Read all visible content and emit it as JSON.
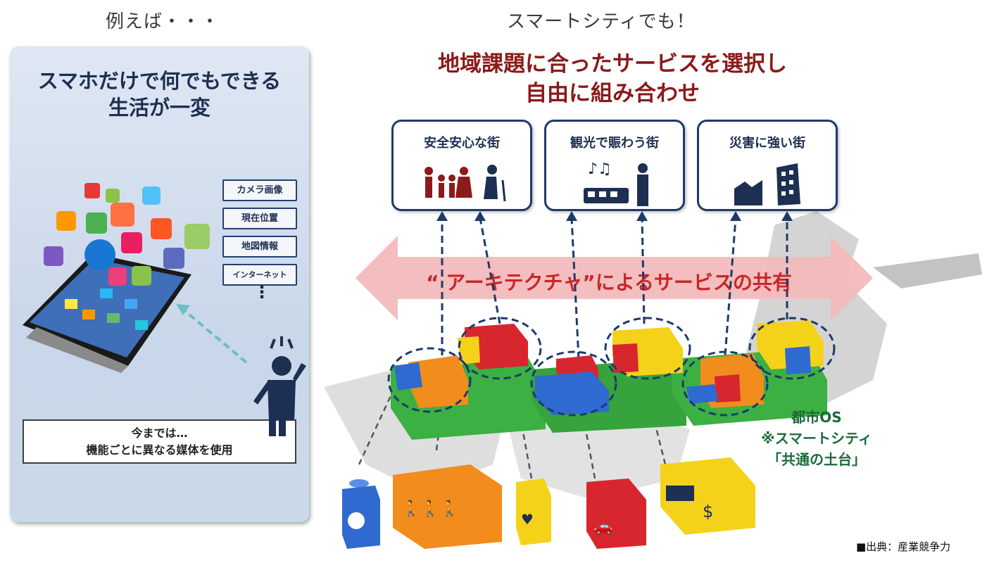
{
  "headers": {
    "left": "例えば・・・",
    "right": "スマートシティでも！"
  },
  "left_panel": {
    "title_line1": "スマホだけで何でもできる",
    "title_line2": "生活が一変",
    "media_labels": [
      "カメラ画像",
      "現在位置",
      "地図情報",
      "インターネット"
    ],
    "until_line1": "今までは…",
    "until_line2": "機能ごとに異なる媒体を使用"
  },
  "right_panel": {
    "headline_line1": "地域課題に合ったサービスを選択し",
    "headline_line2": "自由に組み合わせ",
    "services": [
      "安全安心な街",
      "観光で賑わう街",
      "災害に強い街"
    ],
    "arrow_text": "“ アーキテクチャ”によるサービスの共有",
    "os_line1": "都市OS",
    "os_line2": "※スマートシティ",
    "os_line3": "「共通の土台」"
  },
  "footer": {
    "source": "■出典：産業競争力"
  },
  "colors": {
    "panel_bg": "#d3deee",
    "navy": "#1e3a6a",
    "headline_red": "#8b1a1a",
    "arrow_pink": "#f2b8bb",
    "os_green": "#1b6b3a",
    "lego_green": "#3cb043",
    "lego_orange": "#f28c1c",
    "lego_yellow": "#f5d21a",
    "lego_red": "#d7262e",
    "lego_blue": "#2f6ad0"
  }
}
